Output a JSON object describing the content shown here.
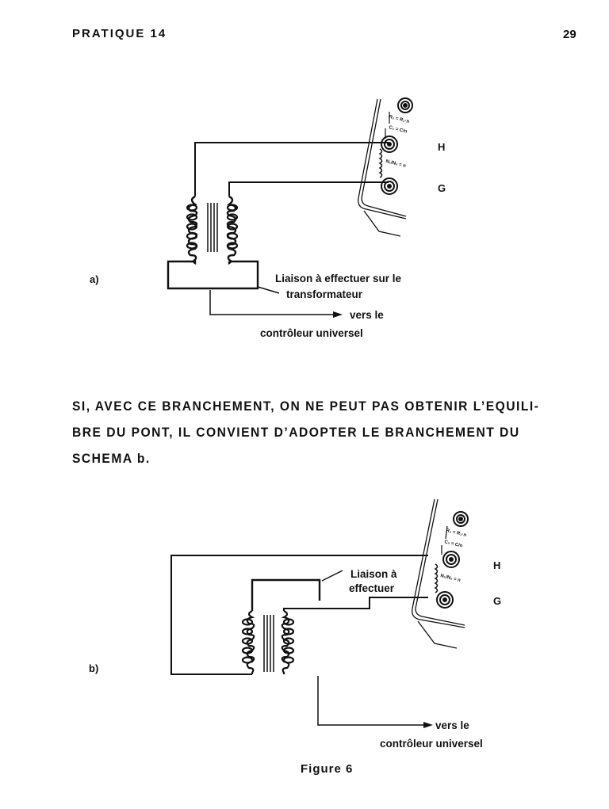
{
  "header": {
    "section": "PRATIQUE 14",
    "page_number": "29"
  },
  "diagram_a": {
    "label": "a)",
    "terminal_h": "H",
    "terminal_g": "G",
    "note_link": "Liaison à effectuer sur le",
    "note_link_2": "transformateur",
    "arrow_text_1": "vers le",
    "arrow_text_2": "contrôleur universel",
    "switch_labels": [
      "R₂ = R₁·n",
      "C₂ = C/n",
      "N₁/N₂ = n"
    ]
  },
  "paragraph": {
    "line1": "SI, AVEC CE BRANCHEMENT, ON NE PEUT PAS OBTENIR L’EQUILI-",
    "line2": "BRE DU PONT, IL CONVIENT D’ADOPTER LE BRANCHEMENT DU",
    "line3": "SCHEMA b."
  },
  "diagram_b": {
    "label": "b)",
    "terminal_h": "H",
    "terminal_g": "G",
    "note_link_1": "Liaison à",
    "note_link_2": "effectuer",
    "arrow_text_1": "vers le",
    "arrow_text_2": "contrôleur universel",
    "switch_labels": [
      "R₂ = R₁·n",
      "C₂ = C/n",
      "N₁/N₂ = n"
    ]
  },
  "figure_caption": "Figure 6"
}
